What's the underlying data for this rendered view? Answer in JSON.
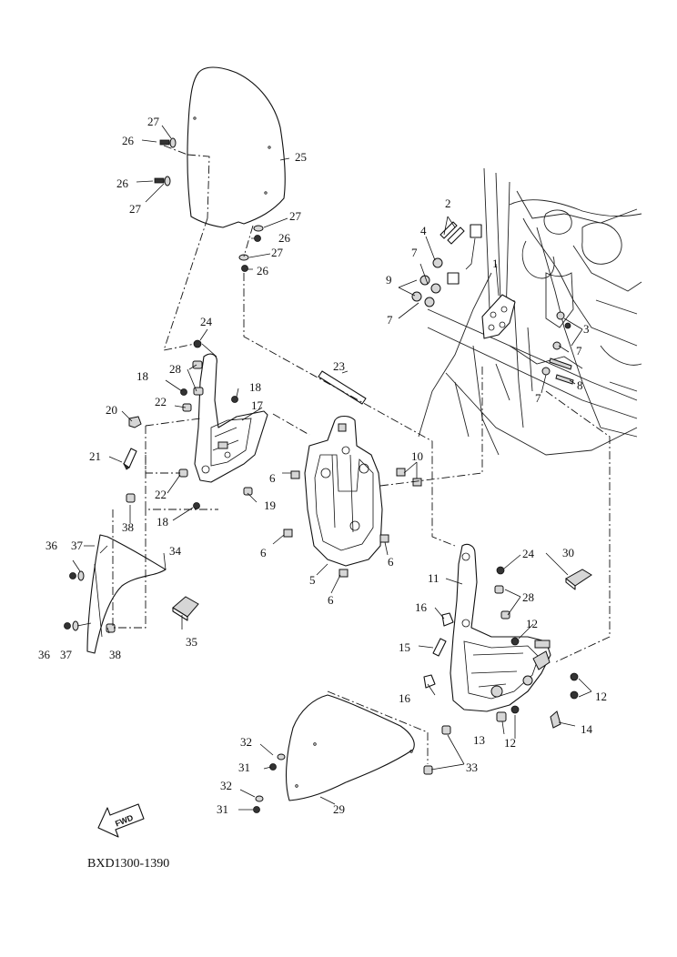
{
  "diagram_code": "BXD1300-1390",
  "fwd_label": "FWD",
  "callouts": {
    "c1": "1",
    "c2": "2",
    "c3": "3",
    "c4": "4",
    "c5": "5",
    "c6a": "6",
    "c6b": "6",
    "c6c": "6",
    "c6d": "6",
    "c7a": "7",
    "c7b": "7",
    "c7c": "7",
    "c7d": "7",
    "c8": "8",
    "c9": "9",
    "c10": "10",
    "c11": "11",
    "c12a": "12",
    "c12b": "12",
    "c12c": "12",
    "c13": "13",
    "c14": "14",
    "c15": "15",
    "c16a": "16",
    "c16b": "16",
    "c17": "17",
    "c18a": "18",
    "c18b": "18",
    "c18c": "18",
    "c19": "19",
    "c20": "20",
    "c21": "21",
    "c22a": "22",
    "c22b": "22",
    "c23": "23",
    "c24a": "24",
    "c24b": "24",
    "c25": "25",
    "c26a": "26",
    "c26b": "26",
    "c26c": "26",
    "c26d": "26",
    "c27a": "27",
    "c27b": "27",
    "c27c": "27",
    "c27d": "27",
    "c28a": "28",
    "c28b": "28",
    "c29": "29",
    "c30": "30",
    "c31a": "31",
    "c31b": "31",
    "c32a": "32",
    "c32b": "32",
    "c33": "33",
    "c34": "34",
    "c35": "35",
    "c36a": "36",
    "c36b": "36",
    "c37a": "37",
    "c37b": "37",
    "c38a": "38",
    "c38b": "38"
  }
}
